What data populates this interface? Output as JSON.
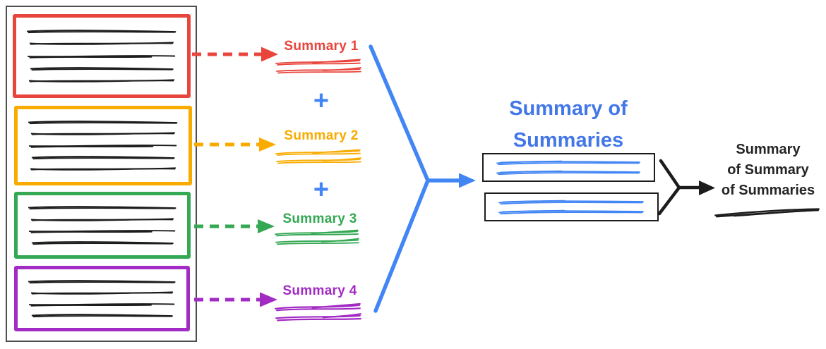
{
  "colors": {
    "red": "#E8453C",
    "orange": "#F9AB00",
    "green": "#34A853",
    "purple": "#A22BC4",
    "blue": "#4285F4",
    "blue_title": "#4377E8",
    "ink": "#1C1C1C",
    "text_black": "#252525",
    "frame": "#4E4E4E"
  },
  "source_document": {
    "sections": [
      {
        "label": "Summary 1",
        "color": "#E8453C",
        "text_lines": 5
      },
      {
        "label": "Summary 2",
        "color": "#F9AB00",
        "text_lines": 5
      },
      {
        "label": "Summary 3",
        "color": "#34A853",
        "text_lines": 4
      },
      {
        "label": "Summary 4",
        "color": "#A22BC4",
        "text_lines": 4
      }
    ]
  },
  "plus_sign": "+",
  "combined_summary": {
    "title_line1": "Summary of",
    "title_line2": "Summaries",
    "box_count": 2,
    "scribble_lines_per_box": 2
  },
  "final_summary": {
    "title_line1": "Summary",
    "title_line2": "of Summary",
    "title_line3": "of Summaries"
  }
}
